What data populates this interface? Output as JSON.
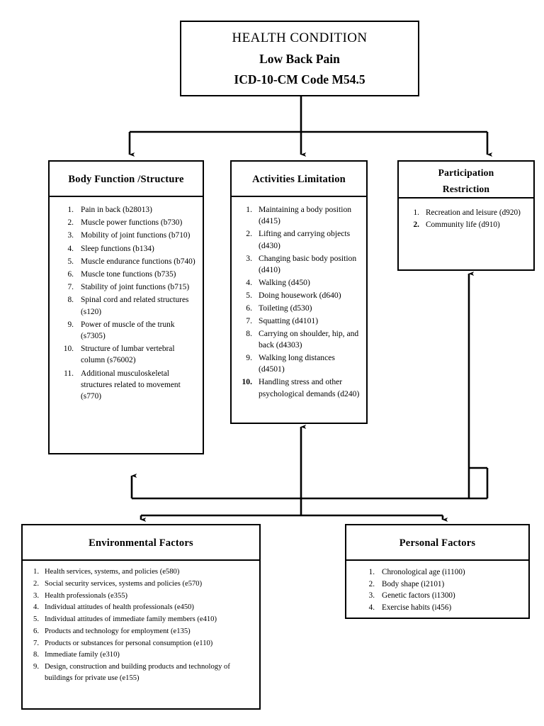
{
  "diagram": {
    "title_lines": {
      "line1": "HEALTH CONDITION",
      "line2": "Low Back Pain",
      "line3": "ICD-10-CM Code M54.5"
    },
    "accent_color": "#000000",
    "background_color": "#ffffff"
  },
  "boxes": {
    "health_condition": {
      "name": "HEALTH CONDITION",
      "line1": "HEALTH CONDITION",
      "line2": "Low Back Pain",
      "line3": "ICD-10-CM Code M54.5"
    },
    "body_function": {
      "title": "Body Function /Structure",
      "items": [
        {
          "num": "1.",
          "text": "Pain in back (b28013)",
          "bold_num": false
        },
        {
          "num": "2.",
          "text": "Muscle power functions (b730)",
          "bold_num": false
        },
        {
          "num": "3.",
          "text": "Mobility of joint functions (b710)",
          "bold_num": false
        },
        {
          "num": "4.",
          "text": "Sleep functions (b134)",
          "bold_num": false
        },
        {
          "num": "5.",
          "text": "Muscle endurance functions (b740)",
          "bold_num": false
        },
        {
          "num": "6.",
          "text": "Muscle tone functions (b735)",
          "bold_num": false
        },
        {
          "num": "7.",
          "text": "Stability of joint functions (b715)",
          "bold_num": false
        },
        {
          "num": "8.",
          "text": "Spinal cord and related structures (s120)",
          "bold_num": false
        },
        {
          "num": "9.",
          "text": "Power of muscle of the trunk (s7305)",
          "bold_num": false
        },
        {
          "num": "10.",
          "text": "Structure of lumbar vertebral column (s76002)",
          "bold_num": false
        },
        {
          "num": "11.",
          "text": "Additional musculoskeletal structures related to movement (s770)",
          "bold_num": false
        }
      ]
    },
    "activities_limitation": {
      "title": "Activities Limitation",
      "items": [
        {
          "num": "1.",
          "text": "Maintaining a body position (d415)",
          "bold_num": false
        },
        {
          "num": "2.",
          "text": "Lifting and carrying objects (d430)",
          "bold_num": false
        },
        {
          "num": "3.",
          "text": "Changing basic body position (d410)",
          "bold_num": false
        },
        {
          "num": "4.",
          "text": "Walking (d450)",
          "bold_num": false
        },
        {
          "num": "5.",
          "text": "Doing housework (d640)",
          "bold_num": false
        },
        {
          "num": "6.",
          "text": "Toileting (d530)",
          "bold_num": false
        },
        {
          "num": "7.",
          "text": "Squatting (d4101)",
          "bold_num": false
        },
        {
          "num": "8.",
          "text": "Carrying on shoulder, hip, and back (d4303)",
          "bold_num": false
        },
        {
          "num": "9.",
          "text": "Walking long distances (d4501)",
          "bold_num": false
        },
        {
          "num": "10.",
          "text": "Handling stress and other psychological demands (d240)",
          "bold_num": true
        }
      ]
    },
    "participation_restriction": {
      "title_line1": "Participation",
      "title_line2": "Restriction",
      "items": [
        {
          "num": "1.",
          "text": "Recreation and leisure (d920)",
          "bold_num": false
        },
        {
          "num": "2.",
          "text": "Community life (d910)",
          "bold_num": true
        }
      ]
    },
    "environmental_factors": {
      "title": "Environmental Factors",
      "items": [
        {
          "num": "1.",
          "text": "Health services, systems, and policies (e580)",
          "bold_num": false
        },
        {
          "num": "2.",
          "text": "Social security services, systems and policies (e570)",
          "bold_num": false
        },
        {
          "num": "3.",
          "text": "Health professionals (e355)",
          "bold_num": false
        },
        {
          "num": "4.",
          "text": "Individual attitudes of health professionals (e450)",
          "bold_num": false
        },
        {
          "num": "5.",
          "text": "Individual attitudes of immediate family members (e410)",
          "bold_num": false
        },
        {
          "num": "6.",
          "text": "Products and technology for employment (e135)",
          "bold_num": false
        },
        {
          "num": "7.",
          "text": "Products or substances for personal consumption (e110)",
          "bold_num": false
        },
        {
          "num": "8.",
          "text": "Immediate family (e310)",
          "bold_num": false
        },
        {
          "num": "9.",
          "text": "Design, construction and building products and technology of buildings for private use (e155)",
          "bold_num": false
        }
      ]
    },
    "personal_factors": {
      "title": "Personal  Factors",
      "items": [
        {
          "num": "1.",
          "text": "Chronological age (i1100)",
          "bold_num": false
        },
        {
          "num": "2.",
          "text": "Body shape (i2101)",
          "bold_num": false
        },
        {
          "num": "3.",
          "text": "Genetic factors (i1300)",
          "bold_num": false
        },
        {
          "num": "4.",
          "text": "Exercise habits (i456)",
          "bold_num": false
        }
      ]
    }
  },
  "connectors": [
    {
      "id": "health-to-body-function",
      "kind": "arrow-down"
    },
    {
      "id": "health-to-activities",
      "kind": "arrow-down"
    },
    {
      "id": "health-to-participation",
      "kind": "arrow-down"
    },
    {
      "id": "environmental-to-body-function",
      "kind": "arrow-up"
    },
    {
      "id": "environmental-to-participation",
      "kind": "arrow-up"
    },
    {
      "id": "activities-to-bottom",
      "kind": "arrow-up"
    },
    {
      "id": "bottom-to-environmental",
      "kind": "arrow-down"
    },
    {
      "id": "bottom-to-personal",
      "kind": "arrow-down"
    }
  ]
}
